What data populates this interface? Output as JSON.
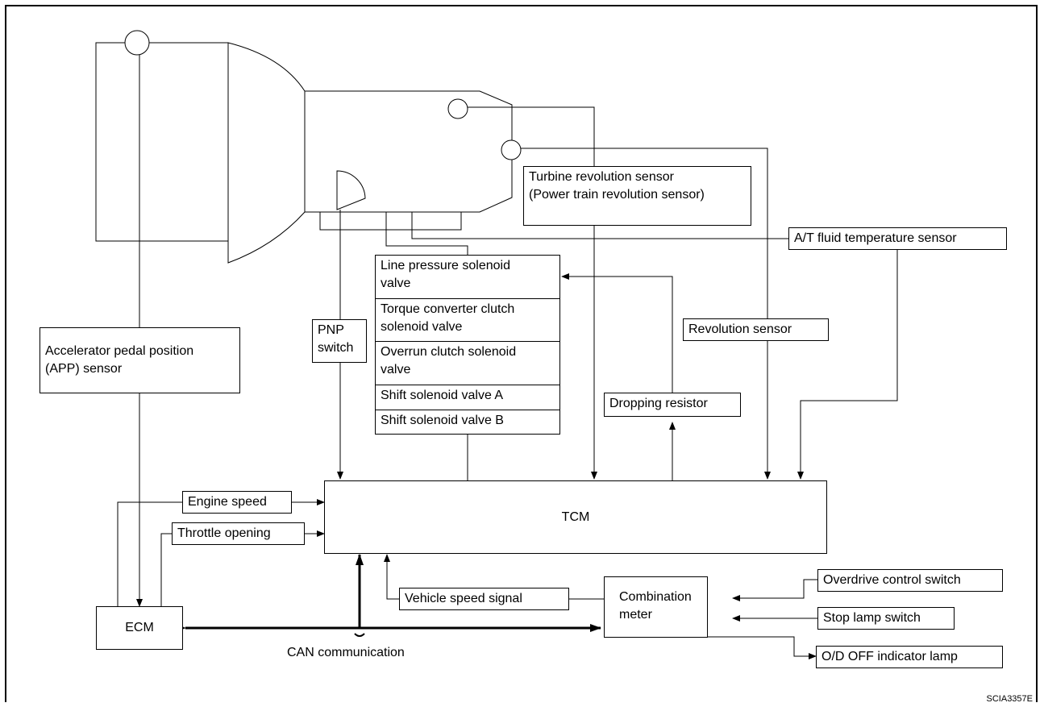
{
  "sensors": {
    "turbine": "Turbine revolution sensor\n(Power train revolution sensor)",
    "fluid_temp": "A/T fluid temperature sensor",
    "revolution": "Revolution sensor",
    "app": "Accelerator pedal position\n(APP) sensor",
    "pnp": "PNP\nswitch"
  },
  "solenoids": [
    "Line pressure solenoid\nvalve",
    "Torque converter clutch\nsolenoid valve",
    "Overrun clutch solenoid\nvalve",
    "Shift solenoid valve A",
    "Shift solenoid valve B"
  ],
  "dropping_resistor": "Dropping resistor",
  "tcm": "TCM",
  "ecm": "ECM",
  "signals": {
    "engine_speed": "Engine speed",
    "throttle_opening": "Throttle opening",
    "vehicle_speed": "Vehicle speed signal",
    "can": "CAN communication"
  },
  "combination_meter": "Combination\nmeter",
  "switches": {
    "overdrive": "Overdrive control switch",
    "stop_lamp": "Stop lamp switch",
    "od_off_lamp": "O/D OFF indicator lamp"
  },
  "figure_code": "SCIA3357E"
}
